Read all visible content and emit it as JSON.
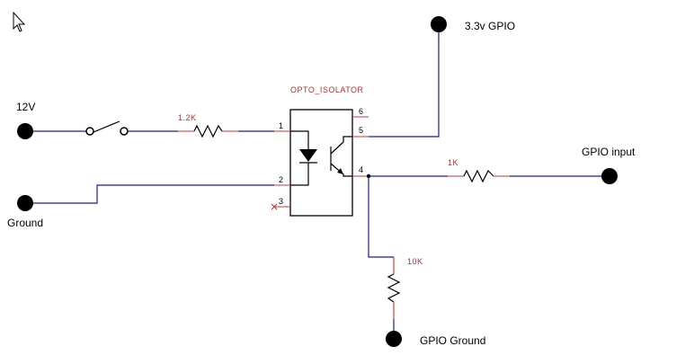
{
  "terminals": {
    "v12": "12V",
    "ground": "Ground",
    "gpio_33": "3.3v GPIO",
    "gpio_input": "GPIO input",
    "gpio_ground": "GPIO Ground"
  },
  "parts": {
    "opto_ref": "OPTO_ISOLATOR",
    "r1_value": "1.2K",
    "r2_value": "1K",
    "r3_value": "10K"
  },
  "pins": {
    "p1": "1",
    "p2": "2",
    "p3": "3",
    "p4": "4",
    "p5": "5",
    "p6": "6"
  },
  "colors": {
    "wire": "#1a1aa6",
    "pin_line": "#c0392b",
    "component": "#000000",
    "ref_text": "#b03030"
  }
}
